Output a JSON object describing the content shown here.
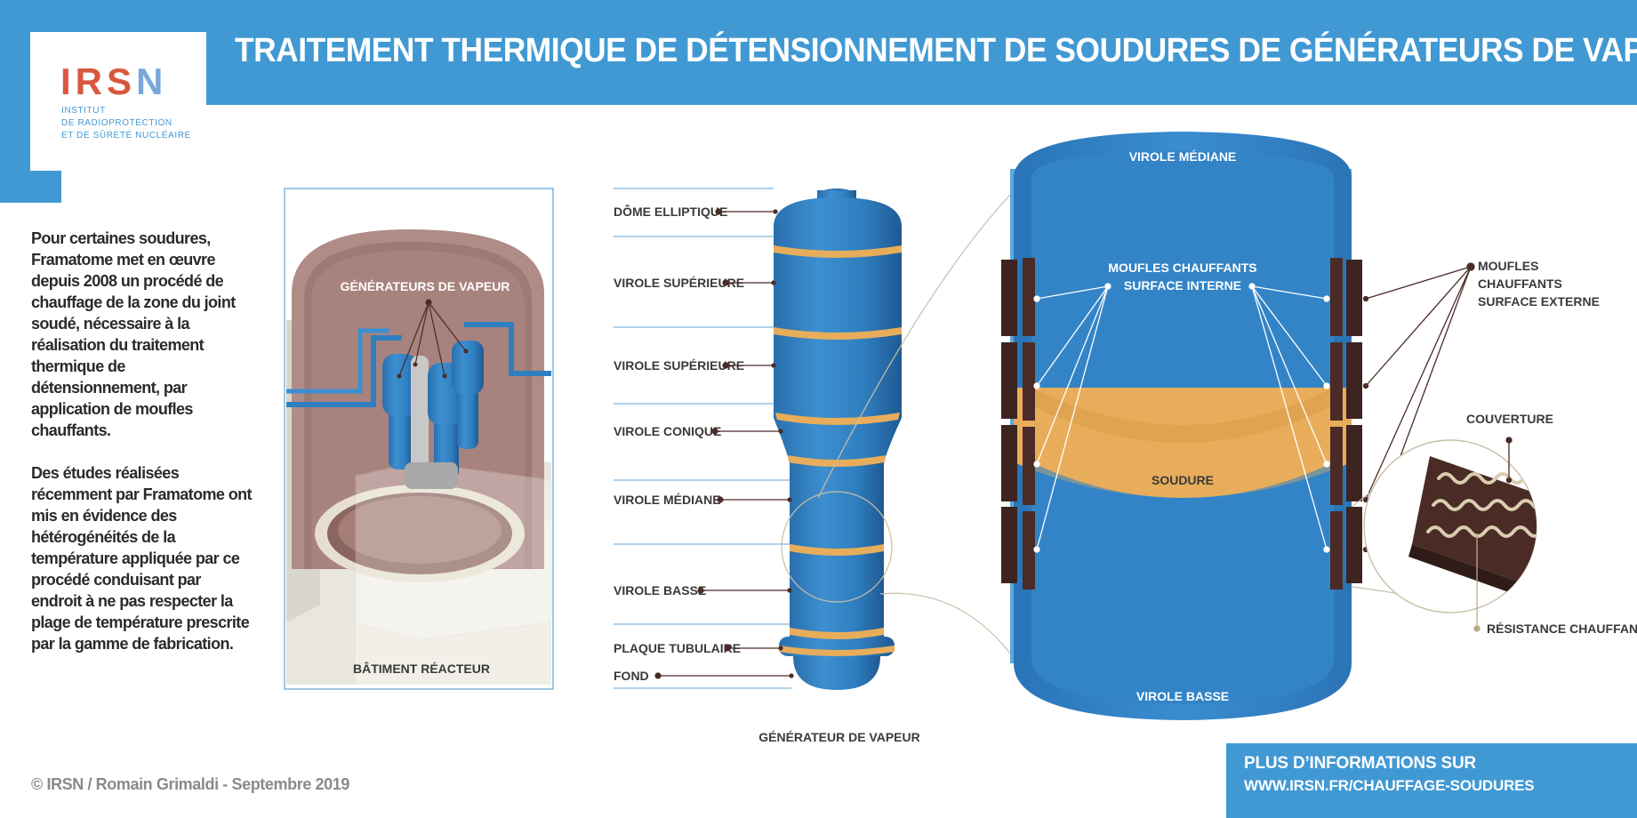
{
  "header": {
    "title": "TRAITEMENT THERMIQUE DE DÉTENSIONNEMENT DE SOUDURES DE GÉNÉRATEURS DE VAPEUR"
  },
  "logo": {
    "word_main": "IRS",
    "word_last": "N",
    "line1": "INSTITUT",
    "line2": "DE RADIOPROTECTION",
    "line3": "ET DE SÛRETÉ NUCLÉAIRE"
  },
  "intro": {
    "paragraph1": "Pour certaines soudures, Framatome met en œuvre depuis 2008 un procédé de chauffage de la zone du joint soudé, nécessaire à la réalisation du traitement thermique de détensionnement, par application de moufles chauffants.",
    "paragraph2": "Des études réalisées récemment par Framatome ont mis en évidence des hétérogénéités de la température appliquée par ce procédé conduisant par endroit à ne pas respecter la plage de température prescrite par la gamme de fabrication."
  },
  "reactor": {
    "label_generators": "GÉNÉRATEURS DE VAPEUR",
    "label_building": "BÂTIMENT RÉACTEUR"
  },
  "generator": {
    "caption": "GÉNÉRATEUR DE VAPEUR",
    "parts": [
      "DÔME ELLIPTIQUE",
      "VIROLE SUPÉRIEURE",
      "VIROLE SUPÉRIEURE",
      "VIROLE CONIQUE",
      "VIROLE MÉDIANE",
      "VIROLE BASSE",
      "PLAQUE TUBULAIRE",
      "FOND"
    ]
  },
  "detail": {
    "top_label": "VIROLE MÉDIANE",
    "bottom_label": "VIROLE BASSE",
    "inner_label_1": "MOUFLES CHAUFFANTS",
    "inner_label_2": "SURFACE INTERNE",
    "weld_label": "SOUDURE",
    "outer_label_1": "MOUFLES",
    "outer_label_2": "CHAUFFANTS",
    "outer_label_3": "SURFACE EXTERNE",
    "cover_label": "COUVERTURE",
    "resistance_label": "RÉSISTANCE CHAUFFANTE"
  },
  "footer": {
    "credit": "© IRSN / Romain Grimaldi - Septembre 2019",
    "more_title": "PLUS D’INFORMATIONS SUR",
    "more_link": "WWW.IRSN.FR/CHAUFFAGE-SOUDURES"
  },
  "colors": {
    "brand_blue": "#4199d3",
    "steel_blue": "#2f7fc0",
    "weld_orange": "#e8ad5b",
    "heater_brown": "#4a2b26",
    "logo_red": "#d9573f"
  }
}
